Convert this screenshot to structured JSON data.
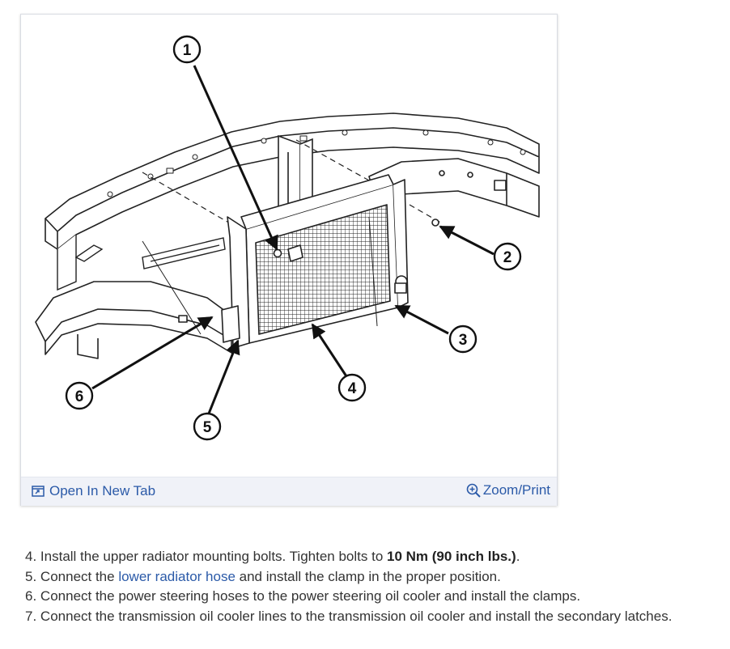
{
  "figure": {
    "callouts": [
      {
        "number": "1"
      },
      {
        "number": "2"
      },
      {
        "number": "3"
      },
      {
        "number": "4"
      },
      {
        "number": "5"
      },
      {
        "number": "6"
      }
    ],
    "open_tab_label": "Open In New Tab",
    "zoom_label": "Zoom/Print"
  },
  "steps": [
    {
      "num": "4.",
      "text_before": "Install the upper radiator mounting bolts. Tighten bolts to ",
      "bold": "10 Nm (90 inch lbs.)",
      "text_after": "."
    },
    {
      "num": "5.",
      "text_before": "Connect the ",
      "link": "lower radiator hose",
      "text_after": " and install the clamp in the proper position."
    },
    {
      "num": "6.",
      "text": "Connect the power steering hoses to the power steering oil cooler and install the clamps."
    },
    {
      "num": "7.",
      "text": "Connect the transmission oil cooler lines to the transmission oil cooler and install the secondary latches."
    }
  ],
  "colors": {
    "link": "#2b5aa8",
    "footer_bg": "#f0f2f8"
  }
}
